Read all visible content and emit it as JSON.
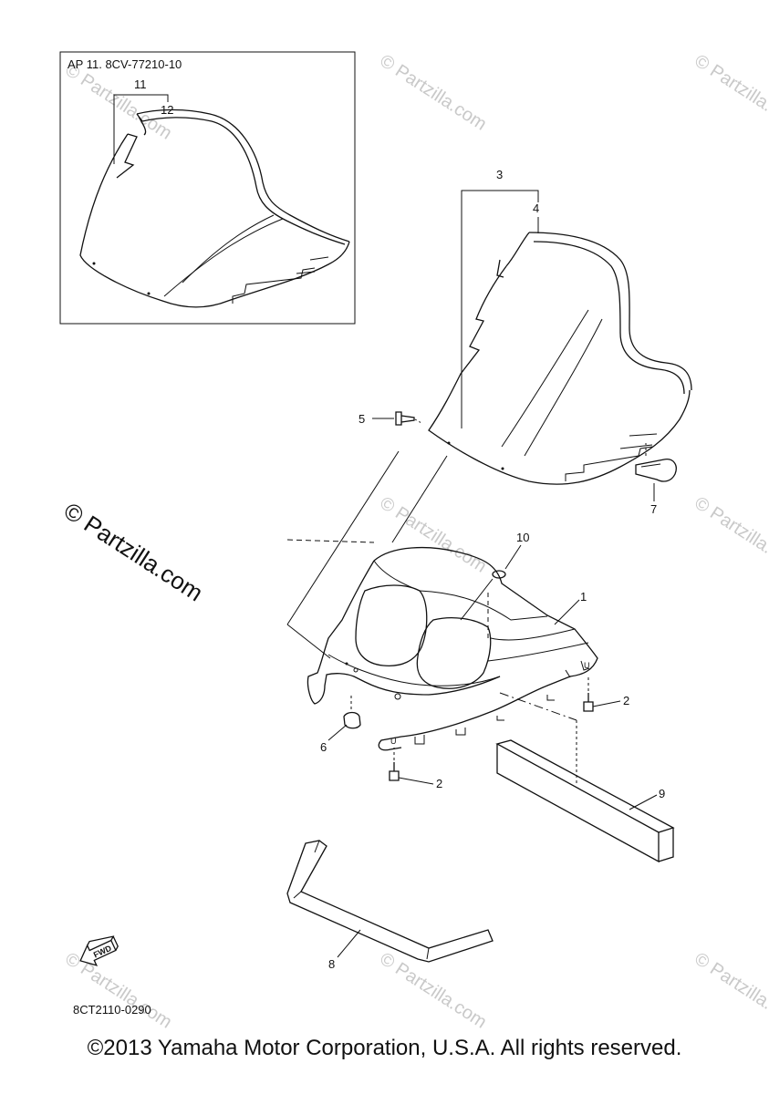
{
  "inset": {
    "header": "AP  11. 8CV-77210-10",
    "labels": {
      "p11": "11",
      "p12": "12"
    }
  },
  "labels": {
    "p1": "1",
    "p2a": "2",
    "p2b": "2",
    "p3": "3",
    "p4": "4",
    "p5": "5",
    "p6": "6",
    "p7": "7",
    "p8": "8",
    "p9": "9",
    "p10": "10"
  },
  "fwd_arrow": "FWD",
  "diagram_code": "8CT2110-0290",
  "watermarks": {
    "main": "© Partzilla.com",
    "small": "© Partzilla.com"
  },
  "copyright": "©2013 Yamaha Motor Corporation, U.S.A. All rights reserved."
}
